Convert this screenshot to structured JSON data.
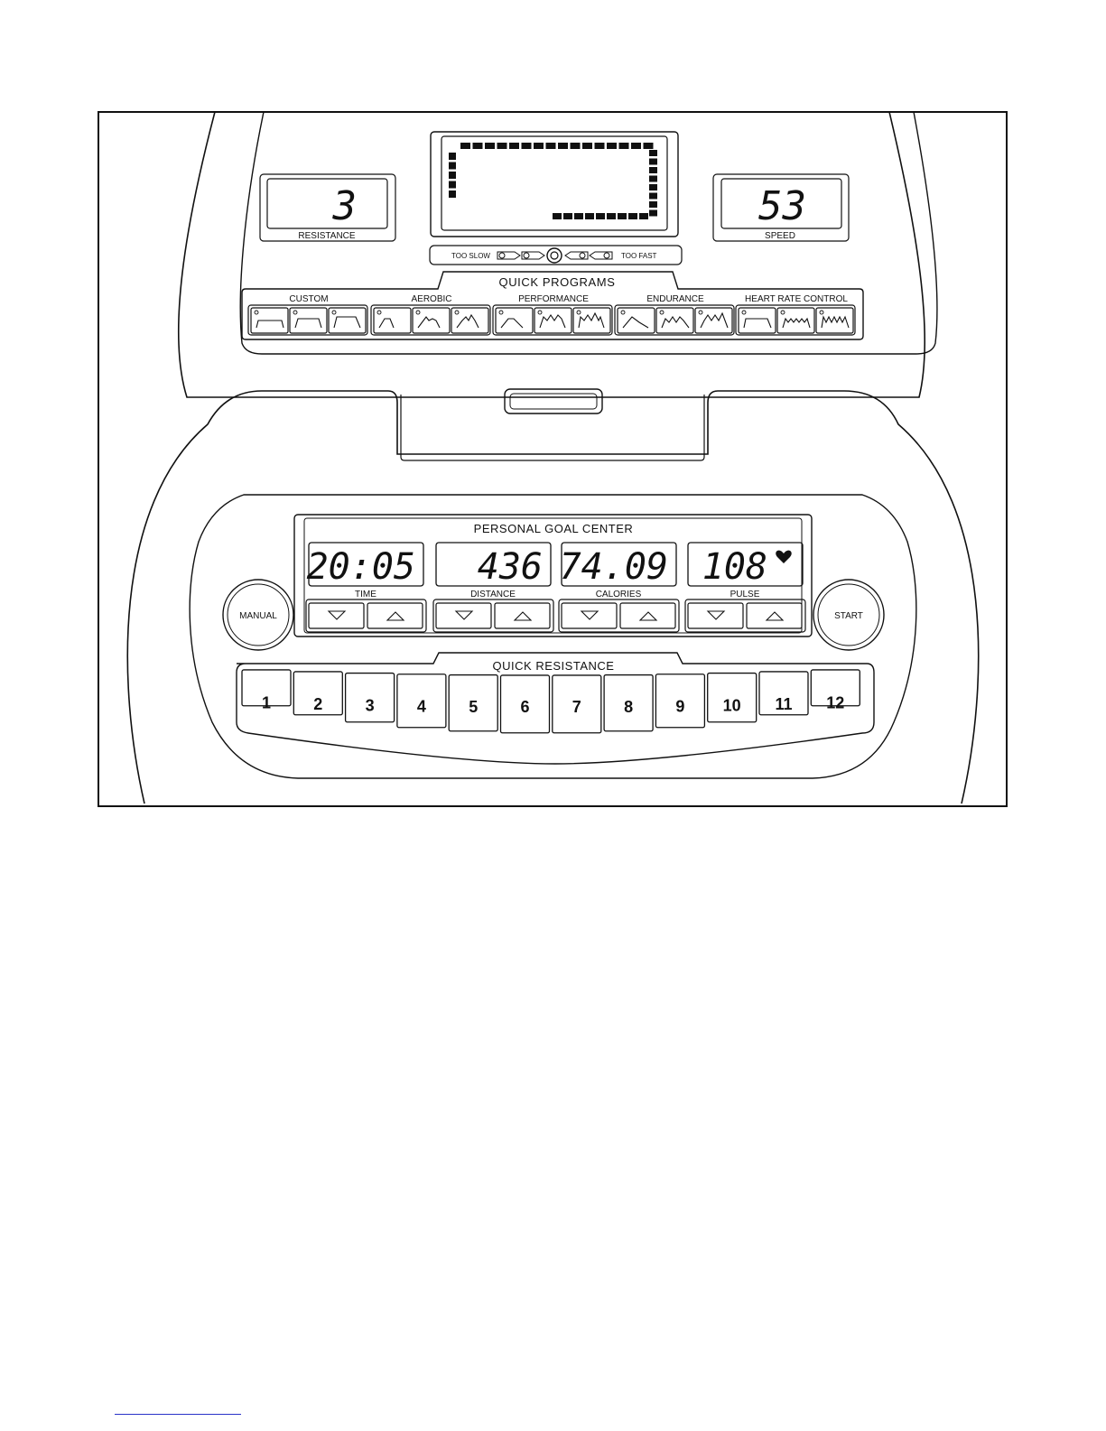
{
  "console": {
    "resistance_value": "3",
    "resistance_label": "RESISTANCE",
    "speed_value": "53",
    "speed_label": "SPEED",
    "pace": {
      "too_slow_label": "TOO SLOW",
      "too_fast_label": "TOO FAST"
    },
    "quick_programs": {
      "title": "QUICK PROGRAMS",
      "groups": [
        {
          "label": "CUSTOM",
          "icons": [
            "custom-profile-1-icon",
            "custom-profile-2-icon",
            "custom-profile-3-icon"
          ]
        },
        {
          "label": "AEROBIC",
          "icons": [
            "aerobic-profile-1-icon",
            "aerobic-profile-2-icon",
            "aerobic-profile-3-icon"
          ]
        },
        {
          "label": "PERFORMANCE",
          "icons": [
            "performance-profile-1-icon",
            "performance-profile-2-icon",
            "performance-profile-3-icon"
          ]
        },
        {
          "label": "ENDURANCE",
          "icons": [
            "endurance-profile-1-icon",
            "endurance-profile-2-icon",
            "endurance-profile-3-icon"
          ]
        },
        {
          "label": "HEART RATE CONTROL",
          "icons": [
            "heart-rate-profile-1-icon",
            "heart-rate-profile-2-icon",
            "heart-rate-profile-3-icon"
          ]
        }
      ]
    },
    "goal_center": {
      "title": "PERSONAL GOAL CENTER",
      "displays": [
        {
          "value": "20:05",
          "label": "TIME"
        },
        {
          "value": "436",
          "label": "DISTANCE"
        },
        {
          "value": "74.09",
          "label": "CALORIES"
        },
        {
          "value": "108",
          "label": "PULSE"
        }
      ]
    },
    "manual_label": "MANUAL",
    "start_label": "START",
    "quick_resistance": {
      "title": "QUICK RESISTANCE",
      "keys": [
        "1",
        "2",
        "3",
        "4",
        "5",
        "6",
        "7",
        "8",
        "9",
        "10",
        "11",
        "12"
      ]
    }
  }
}
